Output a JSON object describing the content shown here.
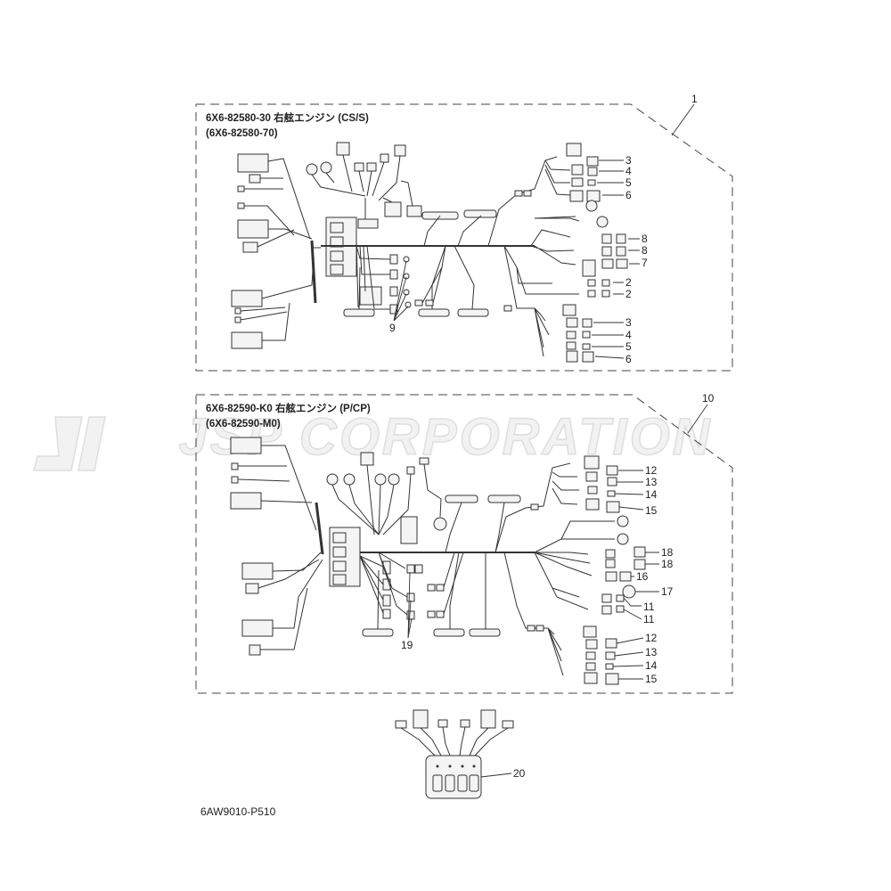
{
  "watermark": "JSP CORPORATION",
  "figure_code": "6AW9010-P510",
  "assemblies": [
    {
      "ref": "1",
      "part_no": "6X6-82580-30 右舷エンジン (CS/S)",
      "alt_part_no": "(6X6-82580-70)",
      "callouts_right": [
        "3",
        "4",
        "5",
        "6",
        "8",
        "8",
        "7",
        "2",
        "2",
        "3",
        "4",
        "5",
        "6"
      ],
      "callout_bottom": "9"
    },
    {
      "ref": "10",
      "part_no": "6X6-82590-K0 右舷エンジン (P/CP)",
      "alt_part_no": "(6X6-82590-M0)",
      "callouts_right": [
        "12",
        "13",
        "14",
        "15",
        "18",
        "18",
        "16",
        "17",
        "11",
        "11",
        "12",
        "13",
        "14",
        "15"
      ],
      "callout_bottom": "19"
    }
  ],
  "module": {
    "ref": "20"
  }
}
